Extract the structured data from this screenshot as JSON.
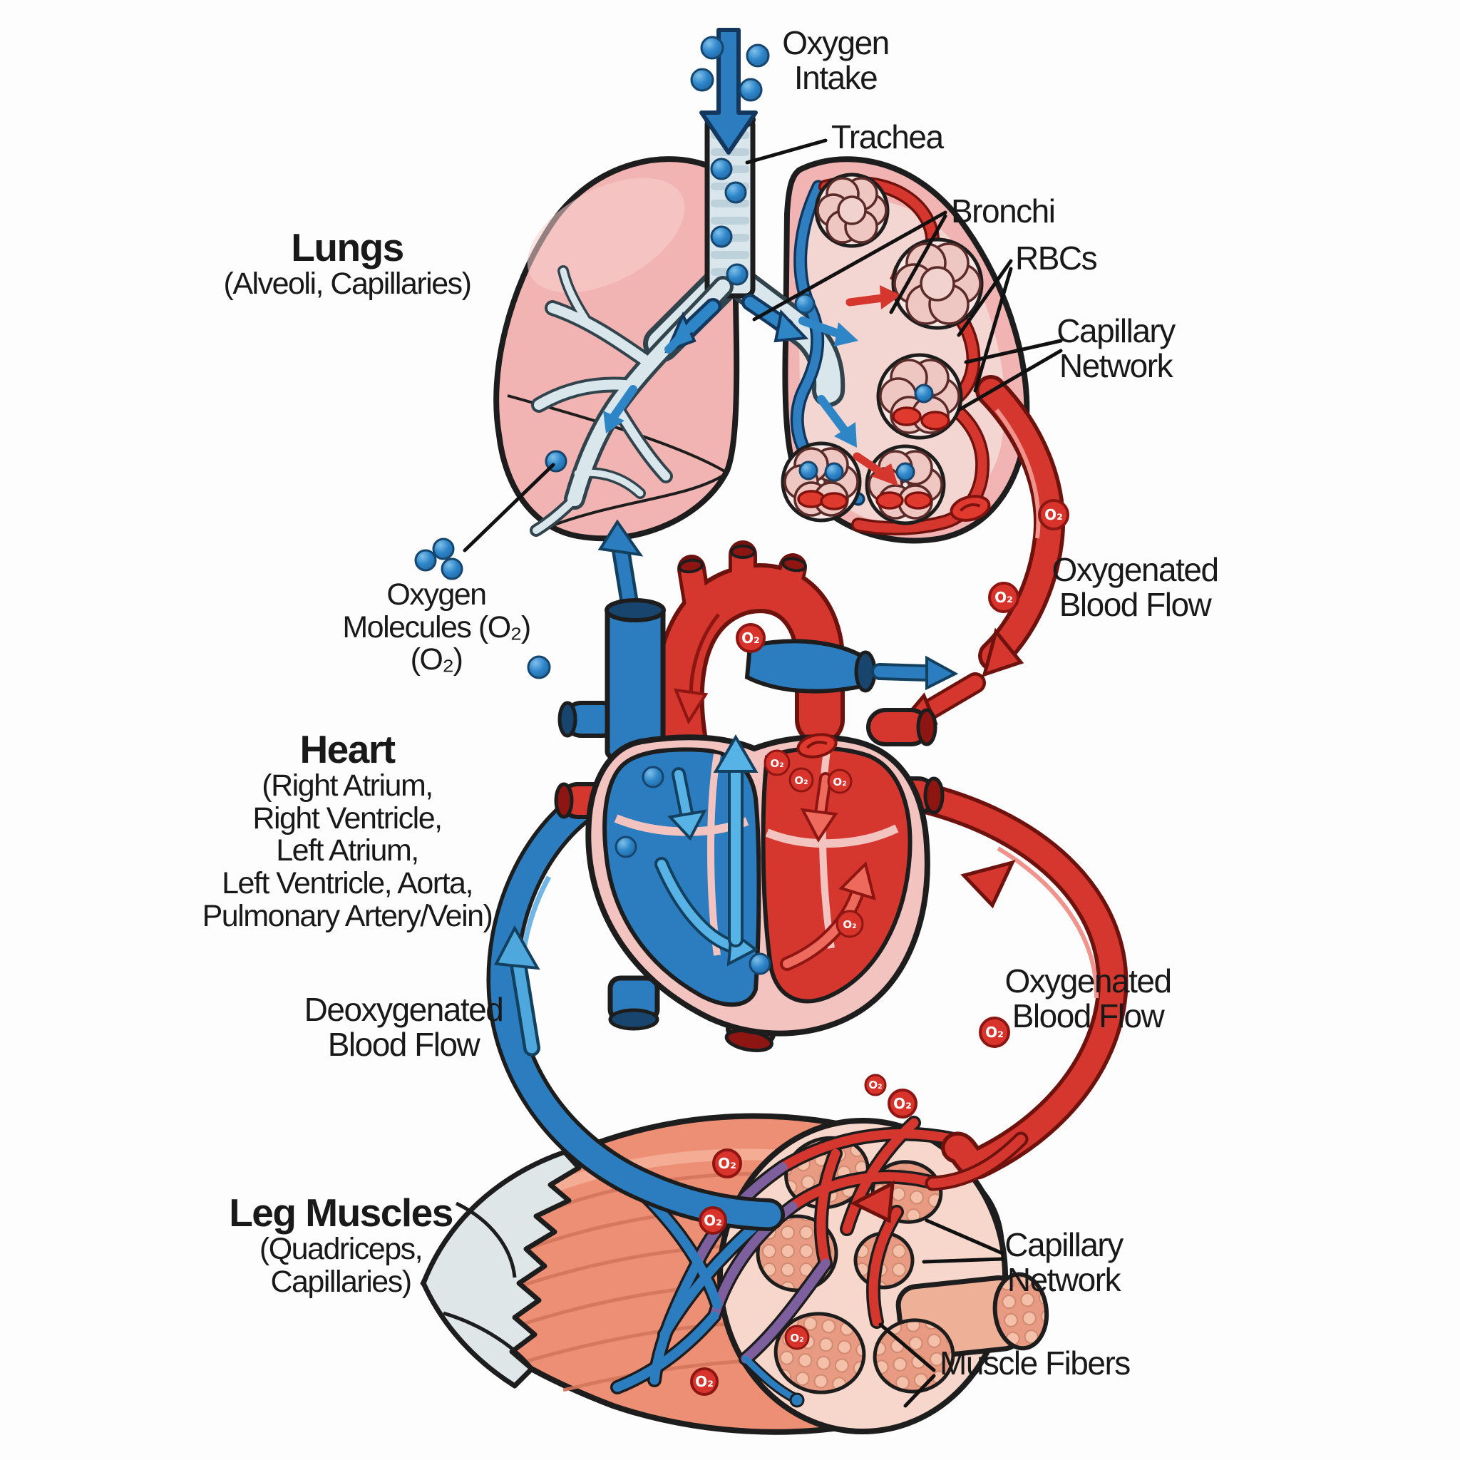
{
  "title": "Oxygen transport: lungs, heart, leg muscles diagram",
  "labels": {
    "oxygen_intake": {
      "line1": "Oxygen",
      "line2": "Intake"
    },
    "trachea": "Trachea",
    "bronchi": "Bronchi",
    "rbcs": "RBCs",
    "capillary_network_top": {
      "line1": "Capillary",
      "line2": "Network"
    },
    "lungs": {
      "title": "Lungs",
      "subtitle": "(Alveoli, Capillaries)"
    },
    "oxygen_molecules": {
      "line1": "Oxygen",
      "line2": "Molecules (O₂)",
      "line3": "(O₂)"
    },
    "oxygenated_blood_flow_upper": {
      "line1": "Oxygenated",
      "line2": "Blood Flow"
    },
    "heart": {
      "title": "Heart",
      "sub1": "(Right Atrium,",
      "sub2": "Right Ventricle,",
      "sub3": "Left Atrium,",
      "sub4": "Left Ventricle, Aorta,",
      "sub5": "Pulmonary Artery/Vein)"
    },
    "deoxygenated_blood_flow": {
      "line1": "Deoxygenated",
      "line2": "Blood Flow"
    },
    "oxygenated_blood_flow_lower": {
      "line1": "Oxygenated",
      "line2": "Blood Flow"
    },
    "leg_muscles": {
      "title": "Leg Muscles",
      "sub1": "(Quadriceps,",
      "sub2": "Capillaries)"
    },
    "capillary_network_bottom": {
      "line1": "Capillary",
      "line2": "Network"
    },
    "muscle_fibers": "Muscle Fibers",
    "o2_badge": "O₂"
  },
  "colors": {
    "oxygenated_red": "#d5372e",
    "deoxygenated_blue": "#2b7dbf",
    "oxygen_molecule_blue": "#2e86c9",
    "lung_pink": "#f1b4b2",
    "heart_wall_pink": "#f3c3c0",
    "muscle_salmon": "#ec8f74",
    "trachea_blue_gray": "#d9e7ed",
    "outline_black": "#1d1d1d",
    "background": "#fdfdfd"
  }
}
